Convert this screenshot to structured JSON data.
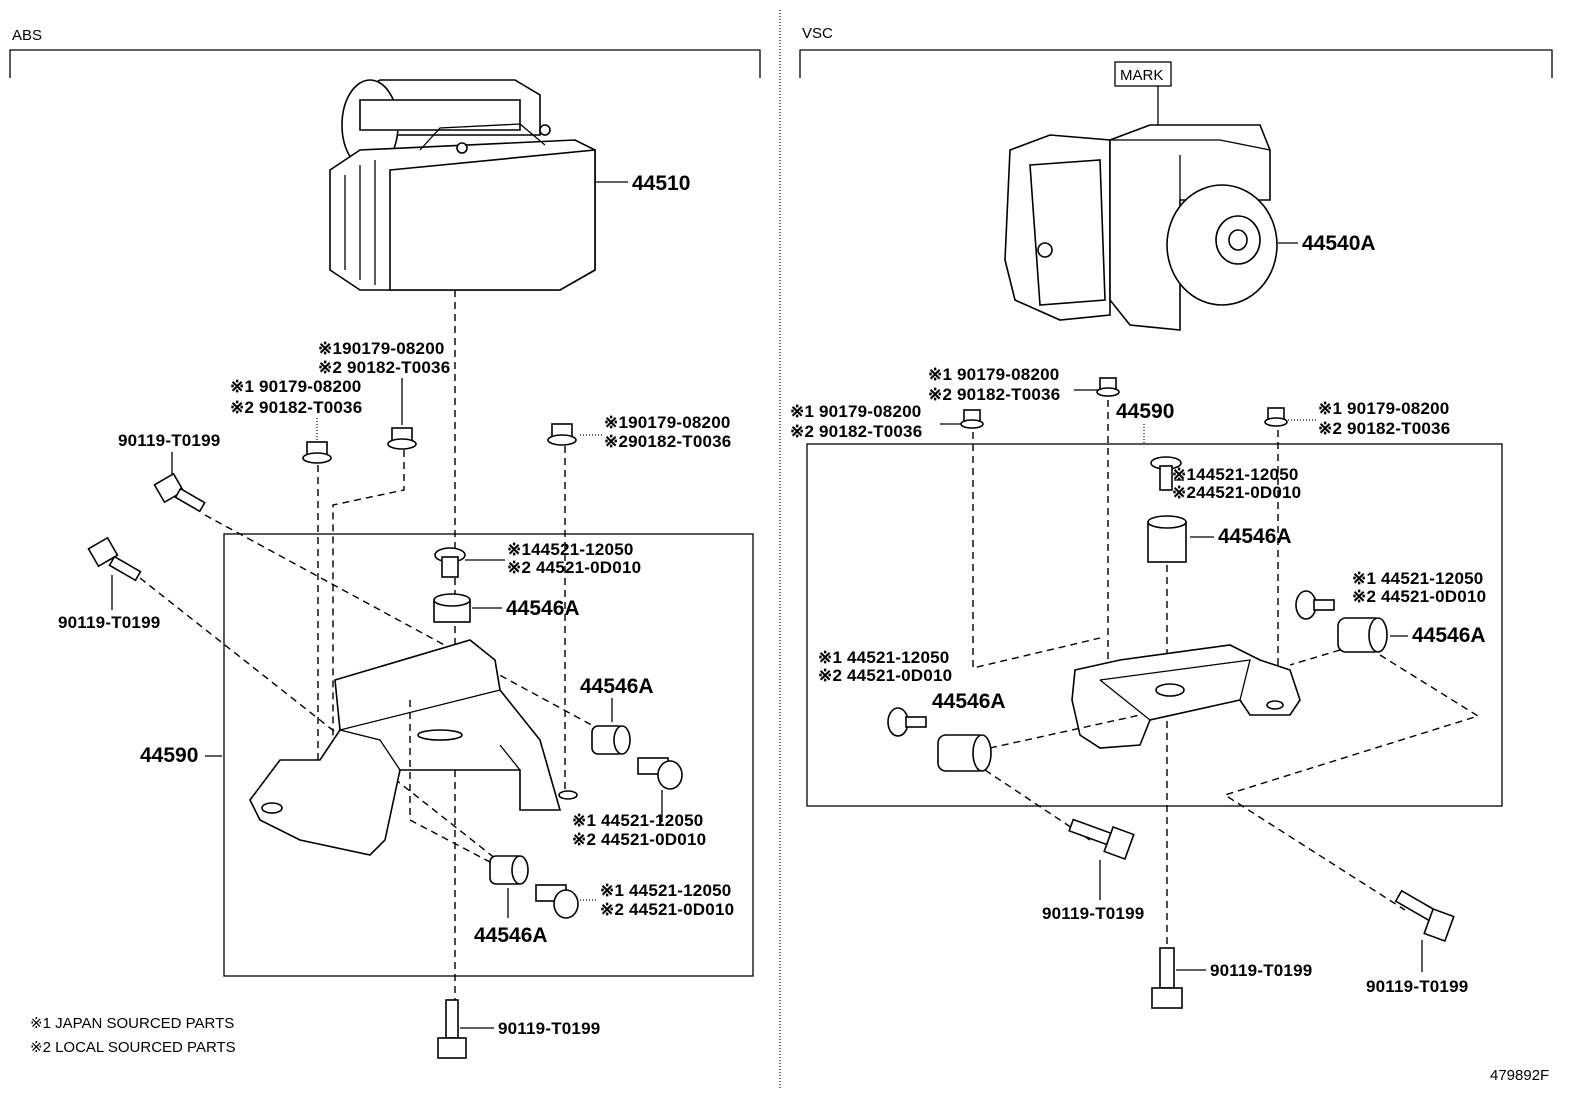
{
  "abs": {
    "title": "ABS",
    "module": "44510",
    "nut_top": {
      "l1": "※190179-08200",
      "l2": "※2 90182-T0036"
    },
    "nut_left": {
      "l1": "※1 90179-08200",
      "l2": "※2 90182-T0036"
    },
    "nut_right": {
      "l1": "※190179-08200",
      "l2": "※290182-T0036"
    },
    "bolt_upper": "90119-T0199",
    "bolt_left": "90119-T0199",
    "collar_top": {
      "l1": "※144521-12050",
      "l2": "※2 44521-0D010"
    },
    "cushion_top": "44546A",
    "cushion_right": "44546A",
    "bracket": "44590",
    "collar_right": {
      "l1": "※1 44521-12050",
      "l2": "※2 44521-0D010"
    },
    "collar_bottom": {
      "l1": "※1 44521-12050",
      "l2": "※2 44521-0D010"
    },
    "cushion_bottom": "44546A",
    "bolt_bottom": "90119-T0199",
    "notes": [
      "※1 JAPAN SOURCED PARTS",
      "※2 LOCAL SOURCED PARTS"
    ]
  },
  "vsc": {
    "title": "VSC",
    "mark": "MARK",
    "module": "44540A",
    "nut_mid": {
      "l1": "※1 90179-08200",
      "l2": "※2 90182-T0036"
    },
    "nut_left": {
      "l1": "※1 90179-08200",
      "l2": "※2 90182-T0036"
    },
    "nut_right": {
      "l1": "※1 90179-08200",
      "l2": "※2 90182-T0036"
    },
    "bracket": "44590",
    "collar_top": {
      "l1": "※144521-12050",
      "l2": "※244521-0D010"
    },
    "cushion_top": "44546A",
    "collar_right": {
      "l1": "※1 44521-12050",
      "l2": "※2 44521-0D010"
    },
    "cushion_right": "44546A",
    "collar_left": {
      "l1": "※1 44521-12050",
      "l2": "※2 44521-0D010"
    },
    "cushion_left": "44546A",
    "bolt_left": "90119-T0199",
    "bolt_mid": "90119-T0199",
    "bolt_right": "90119-T0199"
  },
  "figure_id": "479892F"
}
